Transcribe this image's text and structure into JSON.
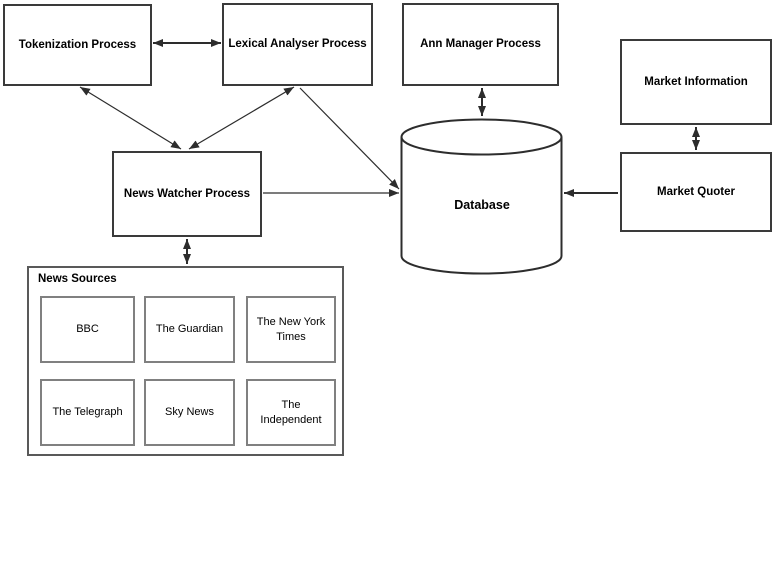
{
  "diagram": {
    "nodes": {
      "tokenization": {
        "label": "Tokenization Process"
      },
      "lexical_analyser": {
        "label": "Lexical Analyser Process"
      },
      "ann_manager": {
        "label": "Ann Manager Process"
      },
      "market_information": {
        "label": "Market Information"
      },
      "market_quoter": {
        "label": "Market Quoter"
      },
      "news_watcher": {
        "label": "News Watcher Process"
      },
      "database": {
        "label": "Database"
      },
      "news_sources": {
        "label": "News Sources",
        "items": [
          "BBC",
          "The Guardian",
          "The New York Times",
          "The Telegraph",
          "Sky News",
          "The Independent"
        ]
      }
    },
    "edges": [
      {
        "from": "Tokenization Process",
        "to": "Lexical Analyser Process",
        "direction": "both"
      },
      {
        "from": "Tokenization Process",
        "to": "News Watcher Process",
        "direction": "both"
      },
      {
        "from": "Lexical Analyser Process",
        "to": "News Watcher Process",
        "direction": "both"
      },
      {
        "from": "Lexical Analyser Process",
        "to": "Database",
        "direction": "to"
      },
      {
        "from": "News Watcher Process",
        "to": "Database",
        "direction": "to"
      },
      {
        "from": "Ann Manager Process",
        "to": "Database",
        "direction": "both"
      },
      {
        "from": "Market Information",
        "to": "Market Quoter",
        "direction": "both"
      },
      {
        "from": "Market Quoter",
        "to": "Database",
        "direction": "to"
      },
      {
        "from": "News Watcher Process",
        "to": "News Sources",
        "direction": "both"
      }
    ],
    "colors": {
      "background": "#ffffff",
      "line": "#2d2d2d",
      "box_border": "#3a3a3a",
      "container_border": "#595959",
      "inner_box_border": "#808080",
      "text": "#000000"
    }
  }
}
